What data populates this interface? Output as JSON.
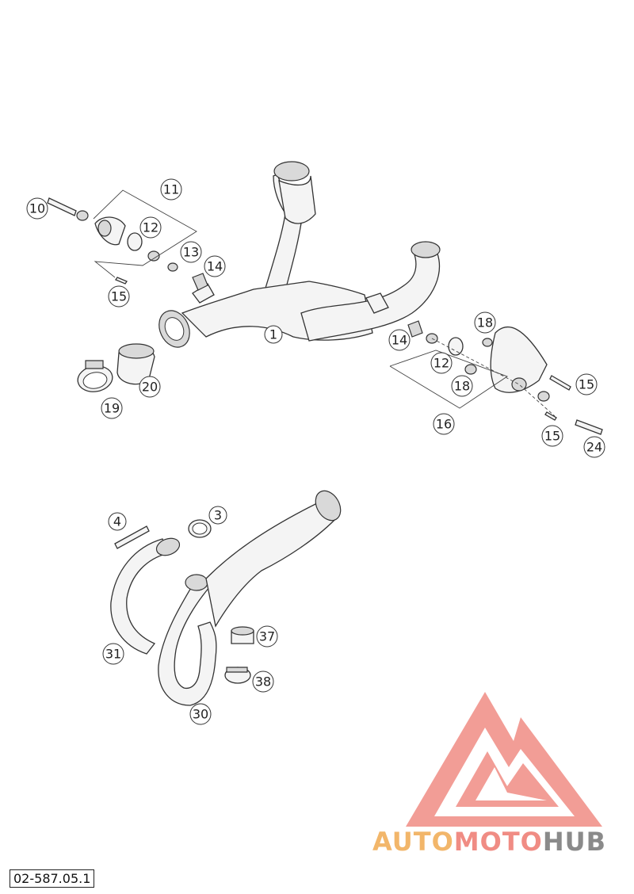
{
  "diagram_code": "02-587.05.1",
  "watermark": {
    "part1": "AUTO",
    "part2": "MOTO",
    "part3": "HUB"
  },
  "callouts": {
    "c1": "1",
    "c3": "3",
    "c4": "4",
    "c10": "10",
    "c11": "11",
    "c12a": "12",
    "c12b": "12",
    "c13": "13",
    "c14a": "14",
    "c14b": "14",
    "c15a": "15",
    "c15b": "15",
    "c15c": "15",
    "c16": "16",
    "c18a": "18",
    "c18b": "18",
    "c19": "19",
    "c20": "20",
    "c24": "24",
    "c30": "30",
    "c31": "31",
    "c37": "37",
    "c38": "38"
  },
  "colors": {
    "line": "#333333",
    "logo_triangle": "#f08c84",
    "logo_auto": "#f2b66a",
    "logo_moto": "#f08c84",
    "logo_hub": "#8a8a8a"
  }
}
